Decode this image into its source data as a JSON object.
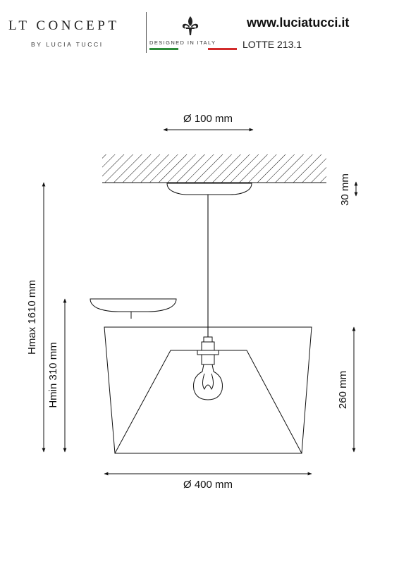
{
  "header": {
    "brand": "LT CONCEPT",
    "brand_sub": "BY LUCIA TUCCI",
    "made_in": "DESIGNED IN ITALY",
    "website": "www.luciatucci.it",
    "model": "LOTTE 213.1"
  },
  "dimensions": {
    "canopy_diameter": "Ø 100 mm",
    "canopy_height": "30 mm",
    "h_max": "Hmax 1610 mm",
    "h_min": "Hmin 310 mm",
    "shade_height": "260 mm",
    "shade_diameter": "Ø 400 mm"
  },
  "colors": {
    "line": "#111111",
    "flag_green": "#2e8b3a",
    "flag_white": "#ffffff",
    "flag_red": "#d22b2b"
  }
}
